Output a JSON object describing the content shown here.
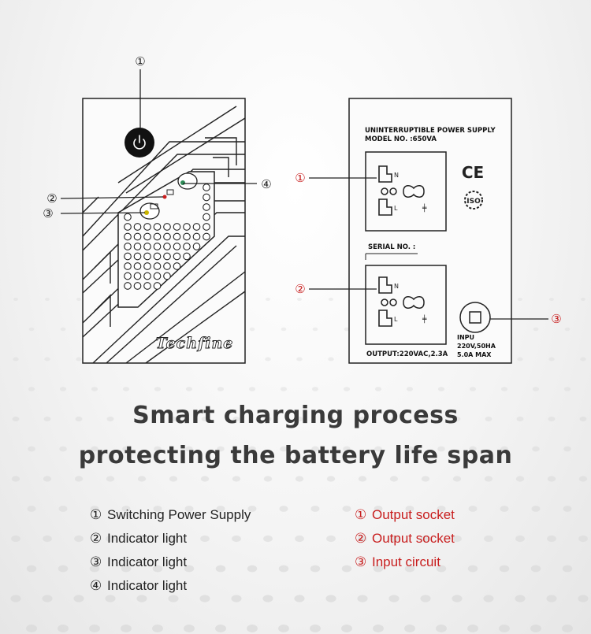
{
  "callouts": {
    "front": [
      "①",
      "②",
      "③",
      "④"
    ],
    "back": [
      "①",
      "②",
      "③"
    ]
  },
  "front_panel": {
    "brand": "Techfine"
  },
  "back_panel": {
    "title_line1": "UNINTERRUPTIBLE POWER SUPPLY",
    "title_line2": "MODEL NO. :650VA",
    "serial_label": "SERIAL NO. :",
    "output_label": "OUTPUT:220VAC,2.3A",
    "input_line1": "INPU",
    "input_line2": "220V,50HA",
    "input_line3": "5.0A MAX",
    "ce_mark": "CE",
    "iso_mark": "ISO"
  },
  "headline": {
    "line1": "Smart charging process",
    "line2": "protecting the battery life span"
  },
  "legend_front": [
    {
      "num": "①",
      "label": "Switching Power Supply"
    },
    {
      "num": "②",
      "label": "Indicator light"
    },
    {
      "num": "③",
      "label": "Indicator light"
    },
    {
      "num": "④",
      "label": "Indicator light"
    }
  ],
  "legend_back": [
    {
      "num": "①",
      "label": "Output socket"
    },
    {
      "num": "②",
      "label": "Output socket"
    },
    {
      "num": "③",
      "label": "Input circuit"
    }
  ],
  "colors": {
    "callout_back": "#c81e1e",
    "callout_front": "#222222",
    "power_button": "#111111",
    "led_green": "#2e8b57",
    "led_red": "#c81e1e",
    "led_yellow": "#c9b400"
  },
  "icons": [
    "power-icon",
    "ce-mark-icon",
    "iso-mark-icon",
    "socket-icon",
    "input-port-icon"
  ]
}
